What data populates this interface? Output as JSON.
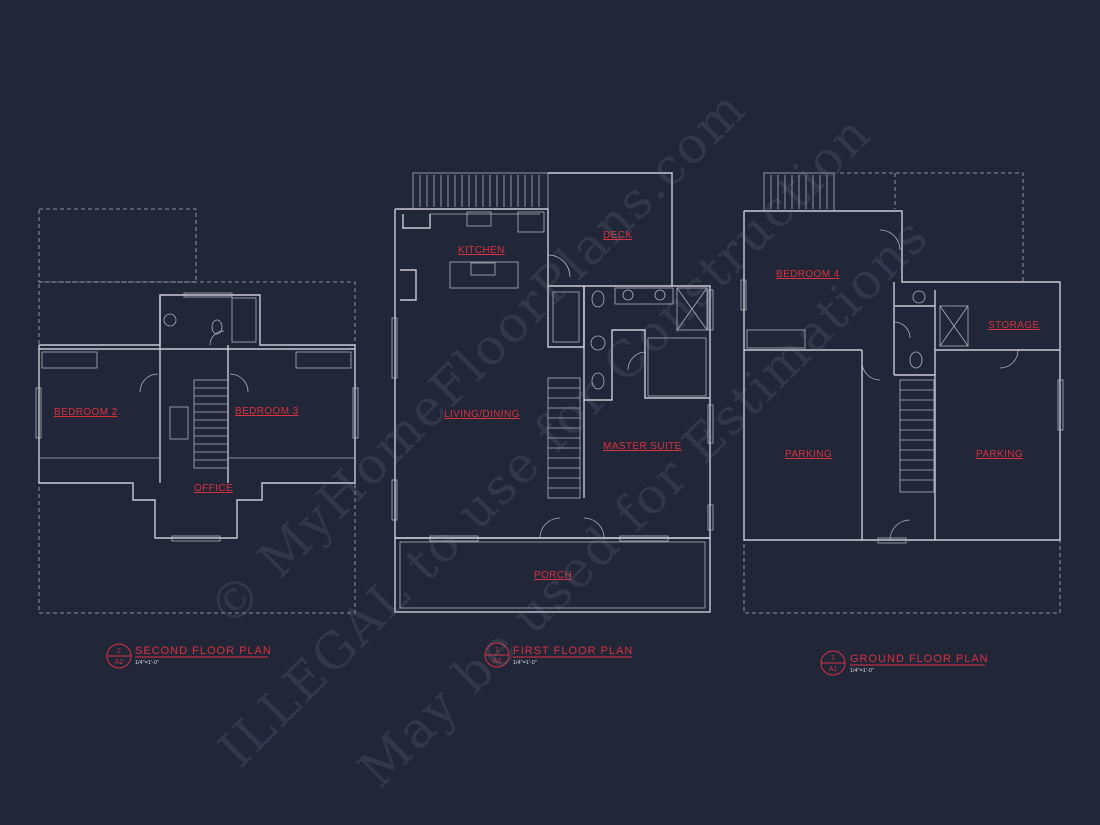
{
  "rooms": {
    "bedroom2": "BEDROOM 2",
    "bedroom3": "BEDROOM 3",
    "office": "OFFICE",
    "kitchen": "KITCHEN",
    "deck": "DECK",
    "living": "LIVING/DINING",
    "master": "MASTER SUITE",
    "porch": "PORCH",
    "bedroom4": "BEDROOM 4",
    "storage": "STORAGE",
    "parking_left": "PARKING",
    "parking_right": "PARKING"
  },
  "plans": [
    {
      "title": "SECOND FLOOR PLAN",
      "scale": "1/4\"=1'-0\"",
      "num": "2",
      "sheet": "A2"
    },
    {
      "title": "FIRST FLOOR PLAN",
      "scale": "1/4\"=1'-0\"",
      "num": "1",
      "sheet": "A2"
    },
    {
      "title": "GROUND FLOOR PLAN",
      "scale": "1/4\"=1'-0\"",
      "num": "1",
      "sheet": "A1"
    }
  ],
  "watermark": {
    "line1": "© MyHomeFloorPlans.com",
    "line2": "ILLEGAL to use for Construction",
    "line3": "May be used for Estimations"
  },
  "colors": {
    "background": "#212639",
    "linework": "#c9ccd6",
    "annotation": "#d8323c"
  }
}
